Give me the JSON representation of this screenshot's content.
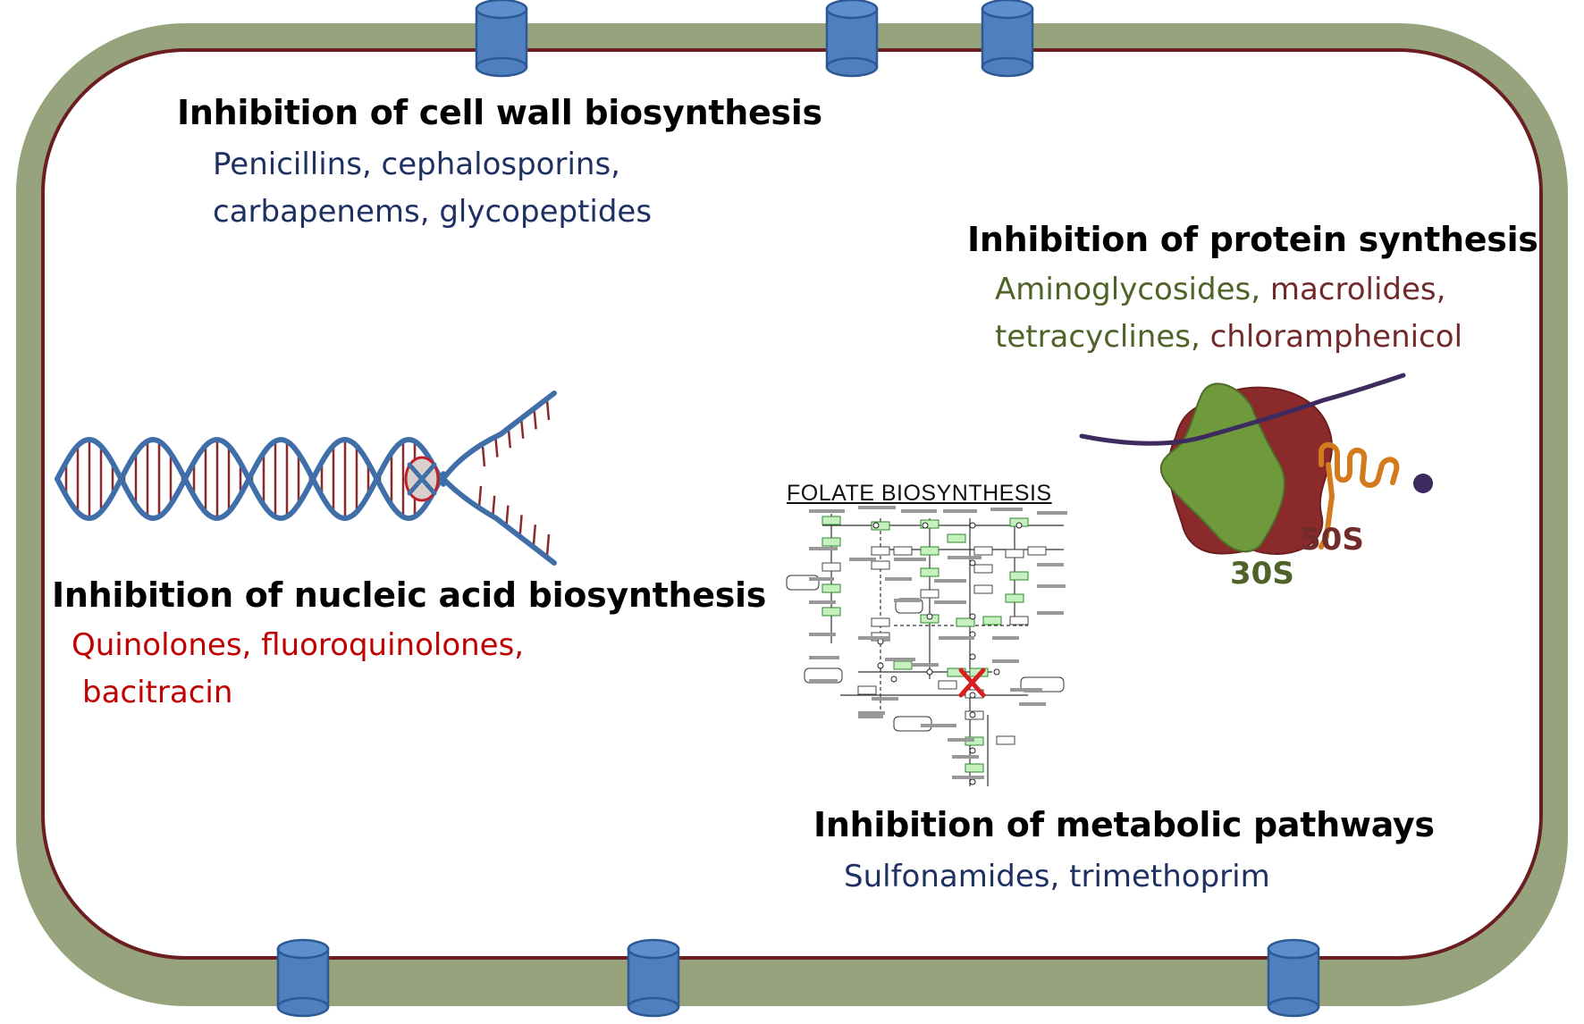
{
  "cell_wall": {
    "title": "Inhibition of cell wall biosynthesis",
    "line1": "Penicillins, cephalosporins,",
    "line2": "carbapenems, glycopeptides"
  },
  "protein": {
    "title": "Inhibition of protein synthesis",
    "line1_a": "Aminoglycosides,",
    "line1_b": " macrolides,",
    "line2_a": "tetracyclines,",
    "line2_b": " chloramphenicol",
    "label_50s": "50S",
    "label_30s": "30S"
  },
  "nucleic": {
    "title": "Inhibition of nucleic acid biosynthesis",
    "line1": "Quinolones, fluoroquinolones,",
    "line2": "bacitracin"
  },
  "metabolic": {
    "title": "Inhibition of metabolic pathways",
    "line1": "Sulfonamides, trimethoprim",
    "pathway_title": "FOLATE BIOSYNTHESIS"
  },
  "colors": {
    "cell_wall_green": "#96a37d",
    "membrane_line": "#6b1e22",
    "porin_blue": "#4f7fbf",
    "porin_outline": "#2d5a94",
    "dna_blue": "#3f6ea8",
    "dna_rung": "#8b2a2a",
    "navy_text": "#1f3162",
    "green_text": "#4f6228",
    "brown_text": "#722b2b",
    "red_text": "#c00000",
    "ribosome_30s": "#6f9a3c",
    "ribosome_50s": "#8b2a2a",
    "mrna": "#3d2a5e",
    "peptide": "#d27a1c"
  }
}
